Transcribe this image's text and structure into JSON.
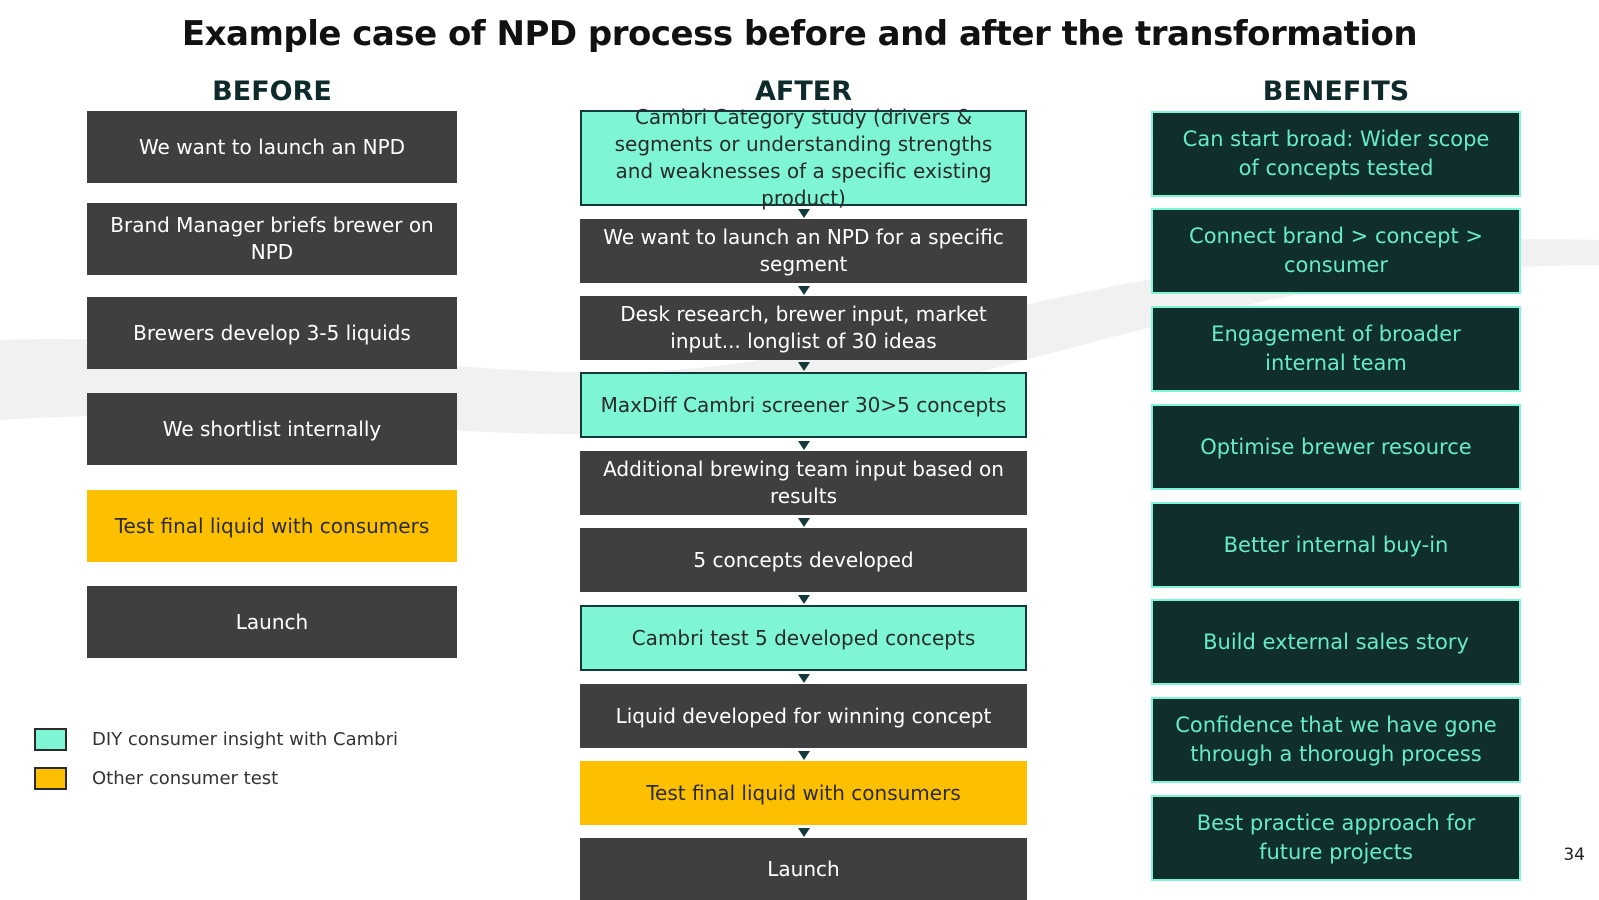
{
  "title": "Example case of NPD process before and after the transformation",
  "columns": {
    "before": "BEFORE",
    "after": "AFTER",
    "benefits": "BENEFITS"
  },
  "before": [
    "We want to launch an NPD",
    "Brand Manager briefs brewer on NPD",
    "Brewers develop 3-5 liquids",
    "We shortlist internally",
    "Test final liquid with consumers",
    "Launch"
  ],
  "after": [
    "Cambri Category study (drivers & segments or understanding strengths and weaknesses of a specific existing product)",
    "We want to launch an NPD for a specific segment",
    "Desk research, brewer input, market input... longlist of 30 ideas",
    "MaxDiff Cambri screener 30>5 concepts",
    "Additional brewing team input based on results",
    "5 concepts developed",
    "Cambri test 5 developed concepts",
    "Liquid developed for winning concept",
    "Test final liquid with consumers",
    "Launch"
  ],
  "benefits": [
    "Can start broad: Wider scope of concepts tested",
    "Connect brand > concept > consumer",
    "Engagement of broader internal team",
    "Optimise brewer resource",
    "Better internal buy-in",
    "Build external sales story",
    "Confidence that we have gone through a thorough process",
    "Best practice approach for future projects"
  ],
  "legend": {
    "diy": "DIY consumer insight with Cambri",
    "other": "Other consumer test"
  },
  "page_number": "34",
  "colors": {
    "dark_box": "#3f3f3f",
    "cambri_mint": "#7ef5d4",
    "consumer_test_yellow": "#fcc000",
    "benefit_teal": "#0f2e2c"
  }
}
